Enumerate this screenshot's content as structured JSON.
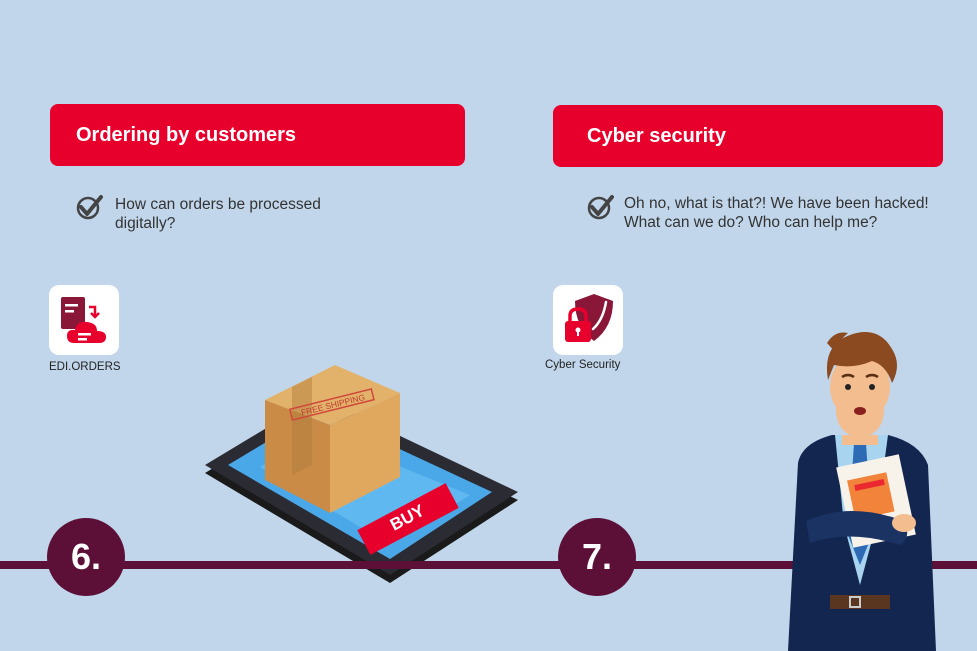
{
  "sections": [
    {
      "title": "Ordering by customers",
      "question": "How can orders be processed digitally?",
      "app_label": "EDI.ORDERS",
      "step": "6."
    },
    {
      "title": "Cyber security",
      "question": "Oh no, what is that?! We have been hacked! What can we do? Who can help me?",
      "app_label": "Cyber Security",
      "step": "7."
    }
  ],
  "illustration_1": {
    "box_text": "FREE SHIPPING",
    "button_text": "BUY"
  },
  "icons": [
    "checkmark-icon",
    "edi-orders-icon",
    "cyber-security-icon",
    "package-icon",
    "worried-man-icon"
  ],
  "colors": {
    "background": "#c1d6ea",
    "accent": "#e8002c",
    "timeline": "#5c1038"
  }
}
